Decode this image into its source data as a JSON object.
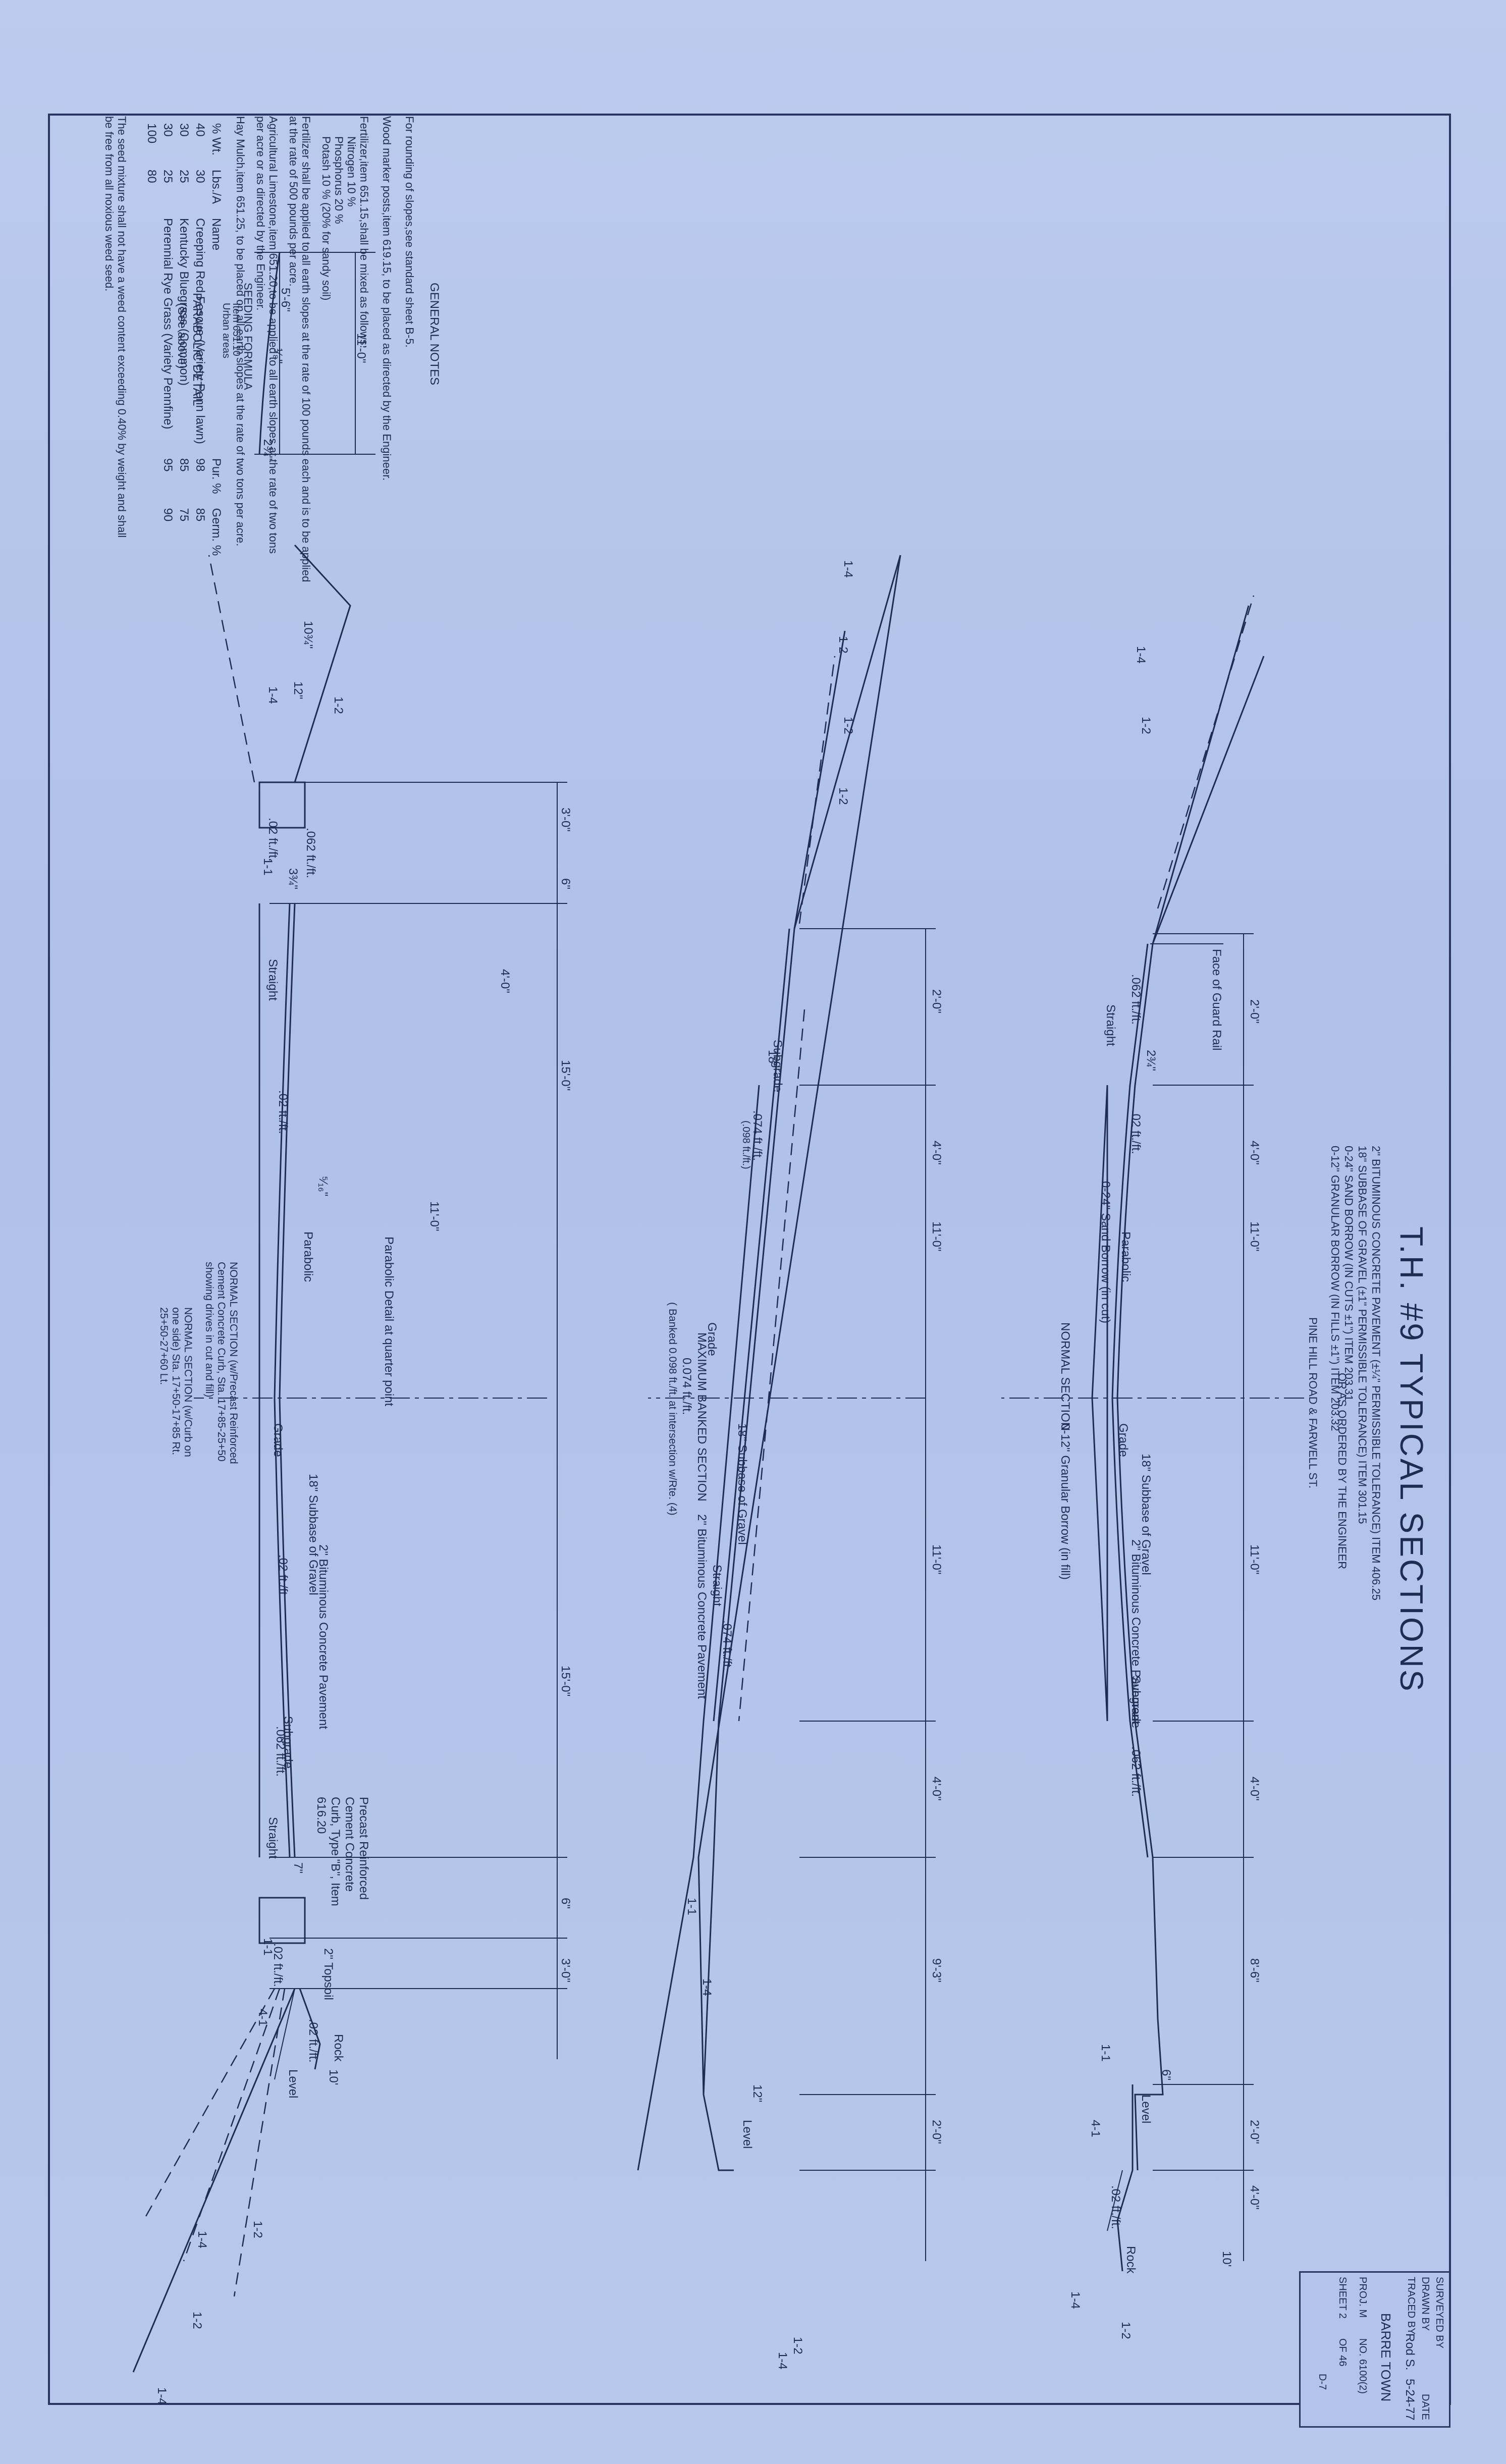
{
  "sheet_title": "T.H.  #9   TYPICAL SECTIONS",
  "spec_lines": [
    "2\" BITUMINOUS CONCRETE PAVEMENT (±¼\" PERMISSIBLE TOLERANCE) ITEM 406.25",
    "18\" SUBBASE OF GRAVEL (±1\" PERMISSIBLE TOLERANCE) ITEM 301.15",
    "0-24\" SAND BORROW (IN CUTS ±1\") ITEM 203.31",
    "0-12\" GRANULAR BORROW (IN FILLS ±1\") ITEM 203.32",
    "OR AS ORDERED BY THE ENGINEER"
  ],
  "location": "PINE HILL ROAD & FARWELL ST.",
  "seeding": {
    "title": "SEEDING FORMULA",
    "item": "Item 651.10",
    "area": "Urban areas",
    "headers": [
      "% Wt.",
      "Lbs./A",
      "Name",
      "",
      "Pur. %",
      "Germ. %"
    ],
    "rows": [
      [
        "40",
        "30",
        "Creeping Red Fescue (Variety Penn lawn)",
        "",
        "98",
        "85"
      ],
      [
        "30",
        "25",
        "Kentucky Bluegrass (Common)",
        "",
        "85",
        "75"
      ],
      [
        "30",
        "25",
        "Perennial Rye Grass (Variety Pennfine)",
        "",
        "95",
        "90"
      ],
      [
        "100",
        "80",
        "",
        "",
        "",
        ""
      ]
    ],
    "note": "The seed mixture shall not have a weed content exceeding 0.40% by weight and shall be free from all noxious weed seed."
  },
  "general_notes": {
    "title": "GENERAL  NOTES",
    "lines": [
      "For rounding of slopes,see standard sheet B-5.",
      "Wood marker posts,item 619.15, to be placed as directed by the Engineer.",
      "Fertilizer,item 651.15,shall be mixed as follows:",
      "Nitrogen        10 %",
      "Phosphorus    20 %",
      "Potash           10 %  (20% for sandy soil)",
      "Fertilizer shall be applied to all earth slopes at the rate of 100 pounds each and is to be applied",
      "at the rate of 500 pounds per acre.",
      "Agricultural Limestone,item 651.20,to be applied to all earth slopes at the rate of two tons",
      "per acre or as directed by the Engineer.",
      "Hay Mulch,item 651.25, to be placed on all earth slopes at the rate of two tons per acre."
    ]
  },
  "normal_section": {
    "caption": "NORMAL SECTION",
    "face_of_guard_rail": "Face of Guard Rail",
    "dims": [
      "2'-0\"",
      "4'-0\"",
      "11'-0\"",
      "11'-0\"",
      "4'-0\"",
      "8'-6\"",
      "2'-0\"",
      "4'-0\"",
      "10'"
    ],
    "labels": {
      "sand_borrow": "0-24\" Sand Borrow (in cut)",
      "granular_borrow": "0-12\" Granular Borrow (in fill)",
      "subbase": "18\" Subbase of Gravel",
      "pavement": "2\" Bituminous Concrete Pavement",
      "subgrade": "Subgrade",
      "grade": "Grade",
      "parabolic": "Parabolic",
      "straight": "Straight",
      "level": "Level",
      "rock": "Rock",
      "slope_left": ".062 ft./ft.",
      "slope_mid": ".02 ft./ft.",
      "slope_right": ".062 ft./ft.",
      "slope_rock": ".02 ft./ft.",
      "dim_234": "2¾\"",
      "dim_6": "6\"",
      "ratio_14": "1-4",
      "ratio_12": "1-2",
      "ratio_11": "1-1",
      "ratio_14b": "1-4",
      "ratio_14c": "4-1",
      "ratio_12b": "1-2"
    }
  },
  "banked_section": {
    "caption": "MAXIMUM BANKED SECTION",
    "rate": "0.074 ft./ft.",
    "note": "( Banked 0.098 ft./ft. at intersection w/Rte. (4)",
    "dims": [
      "2'-0\"",
      "4'-0\"",
      "11'-0\"",
      "11'-0\"",
      "4'-0\"",
      "9'-3\"",
      "2'-0\""
    ],
    "labels": {
      "subgrade": "Subgrade",
      "grade": "Grade",
      "subbase": "18\" Subbase of Gravel",
      "pavement": "2\" Bituminous Concrete Pavement",
      "straight": "Straight",
      "level": "Level",
      "rate_left": ".074 ft./ft.",
      "rate_right": ".074 ft./ft.",
      "rate_alt": "(.098 ft./ft.)",
      "dim_18": "18\"",
      "dim_12": "12\"",
      "r1": "1-4",
      "r2": "1-2",
      "r3": "1-2",
      "r4": "1-2",
      "r5": "1-4",
      "r6": "1-2",
      "r7": "1-4",
      "r8": "1-1"
    }
  },
  "curb_section": {
    "caption": "NORMAL SECTION (w/Precast Reinforced Cement Concrete Curb, Sta. 17+85-25+50 showing drives in cut and fill)",
    "caption2": "NORMAL SECTION (w/Curb on one side) Sta. 17+50-17+85 Rt. 25+50-27+60 Lt.",
    "dims": [
      "3'-0\"",
      "6\"",
      "15'-0\"",
      "15'-0\"",
      "6\"",
      "3'-0\"",
      "4'-0\"",
      "11'-0\"",
      "10'"
    ],
    "parabolic_detail_note": "Parabolic Detail at quarter point",
    "curb_note": "Precast Reinforced Cement Concrete Curb, Type \"B\", Item 616.20",
    "topsoil": "2\" Topsoil",
    "labels": {
      "slope_l1": ".02 ft./ft.",
      "slope_l2": ".062 ft./ft.",
      "slope_mid": ".02 ft./ft.",
      "slope_r1": ".02 ft./ft.",
      "slope_r2": ".062 ft./ft.",
      "slope_r3": ".02 ft./ft.",
      "slope_r4": ".02 ft./ft.",
      "dim_334": "3¾\"",
      "dim_516": "⁵⁄₁₆\"",
      "dim_7": "7\"",
      "dim_1034": "10¾\"",
      "dim_12": "12\"",
      "parabolic": "Parabolic",
      "grade": "Grade",
      "subbase": "18\" Subbase of Gravel",
      "pavement": "2\" Bituminous Concrete Pavement",
      "subgrade": "Subgrade",
      "straight_l": "Straight",
      "straight_r": "Straight",
      "level": "Level",
      "rock": "Rock",
      "r1": "1-4",
      "r2": "1-2",
      "r3": "1-1",
      "r4": "1-1",
      "r5": "4-1",
      "r6": "1-4",
      "r7": "1-2",
      "r8": "1-4",
      "r9": "1-2"
    }
  },
  "parabolic_detail": {
    "caption": "PARABOLIC DETAIL",
    "sub": "(See above)",
    "dim_total": "11'-0\"",
    "dim_half": "5'-6\"",
    "dim_mid": "¹⁄₈\"",
    "dim_end": "2¾\""
  },
  "title_block": {
    "surveyed_by": "SURVEYED BY",
    "drawn_by": "DRAWN BY",
    "traced_by": "TRACED BY",
    "tracer": "Rod S.",
    "date_label": "DATE",
    "date": "5-24-77",
    "town": "BARRE  TOWN",
    "proj": "PROJ.  M",
    "proj_no": "NO. 6100(2)",
    "sheet": "SHEET  2",
    "of": "OF  46",
    "note": "D-7"
  }
}
